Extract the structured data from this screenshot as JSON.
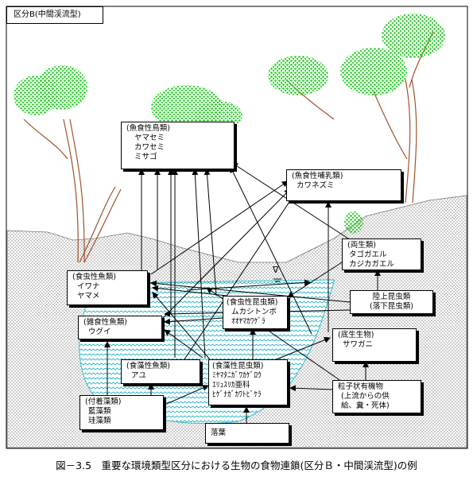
{
  "region_label": "区分B(中間渓流型)",
  "caption": "図－3.5　重要な環境類型区分における生物の食物連鎖(区分Ｂ・中間渓流型)の例",
  "water_symbol": "∇",
  "boxes": {
    "fish_eating_birds": {
      "category": "(魚食性鳥類)",
      "items": [
        "ヤマセミ",
        "カワセミ",
        "ミサゴ"
      ]
    },
    "fish_eating_mammals": {
      "category": "(魚食性哺乳類)",
      "items": [
        "カワネズミ"
      ]
    },
    "amphibians": {
      "category": "(両生類)",
      "items": [
        "タゴガエル",
        "カジカガエル"
      ]
    },
    "terrestrial_insects": {
      "category": "陸上昆虫類",
      "items": [
        "(落下昆虫類)"
      ]
    },
    "insectivorous_fish": {
      "category": "(食虫性魚類)",
      "items": [
        "イワナ",
        "ヤマメ"
      ]
    },
    "insectivorous_insects": {
      "category": "(食虫性昆虫類)",
      "items": [
        "ムカシトンボ",
        "ｵｵﾔﾏｶﾜｹﾞﾗ"
      ]
    },
    "omnivorous_fish": {
      "category": "(雑食性魚類)",
      "items": [
        "ウグイ"
      ]
    },
    "benthos": {
      "category": "(底生生物)",
      "items": [
        "サワガニ"
      ]
    },
    "algae_eating_fish": {
      "category": "(食藻性魚類)",
      "items": [
        "アユ"
      ]
    },
    "algae_eating_insects": {
      "category": "(食藻性昆虫類)",
      "items": [
        "ﾐﾔﾏﾀﾆｶﾞﾜｶｹﾞﾛｳ",
        "ｴﾘｭｽﾘｶ亜科",
        "ﾋｹﾞﾅｶﾞｶﾜﾄﾋﾞｹﾗ"
      ]
    },
    "particulate_organic": {
      "category": "粒子状有機物",
      "items": [
        "(上流からの供",
        "給、糞・死体)"
      ]
    },
    "attached_algae": {
      "category": "(付着藻類)",
      "items": [
        "藍藻類",
        "珪藻類"
      ]
    },
    "fallen_leaves": {
      "category": "落葉",
      "items": []
    }
  },
  "colors": {
    "water": "#33bbcc",
    "foliage": "#22cc22",
    "trunk": "#a0522d",
    "ground": "#b8b8b8"
  }
}
